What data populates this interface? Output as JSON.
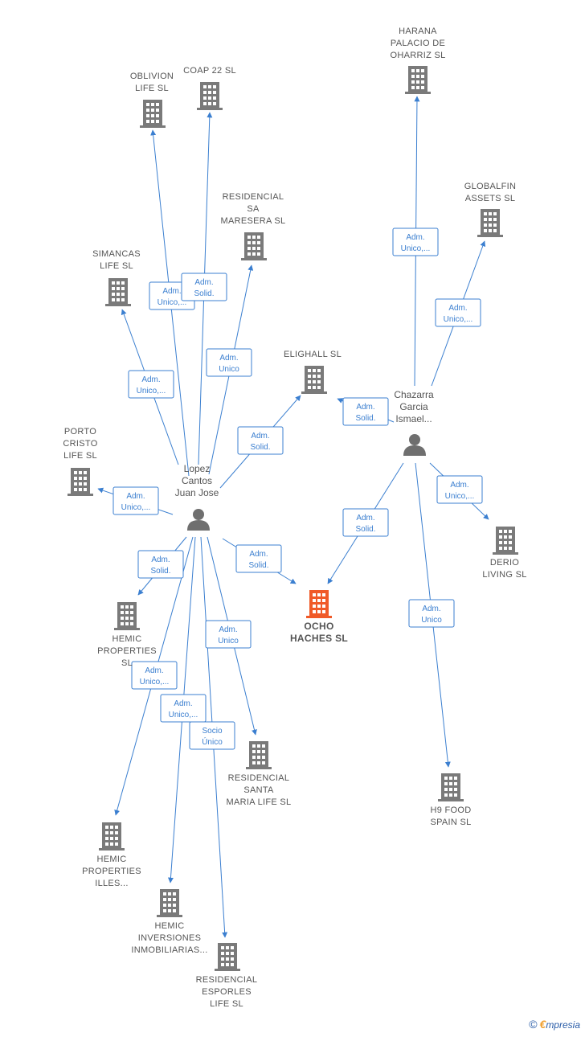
{
  "colors": {
    "edge": "#3b7fd0",
    "company": "#7a7a7a",
    "focus": "#f05a28",
    "person": "#6f6f6f"
  },
  "companies": [
    {
      "id": "oblivion",
      "lines": [
        "OBLIVION",
        "LIFE  SL"
      ],
      "icon": "building-icon"
    },
    {
      "id": "coap",
      "lines": [
        "COAP 22  SL"
      ],
      "icon": "building-icon"
    },
    {
      "id": "harana",
      "lines": [
        "HARANA",
        "PALACIO DE",
        "OHARRIZ  SL"
      ],
      "icon": "building-icon"
    },
    {
      "id": "residencial_sa",
      "lines": [
        "RESIDENCIAL",
        "SA",
        "MARESERA  SL"
      ],
      "icon": "building-icon"
    },
    {
      "id": "globalfin",
      "lines": [
        "GLOBALFIN",
        "ASSETS  SL"
      ],
      "icon": "building-icon"
    },
    {
      "id": "simancas",
      "lines": [
        "SIMANCAS",
        "LIFE  SL"
      ],
      "icon": "building-icon"
    },
    {
      "id": "elighall",
      "lines": [
        "ELIGHALL  SL"
      ],
      "icon": "building-icon"
    },
    {
      "id": "porto",
      "lines": [
        "PORTO",
        "CRISTO",
        "LIFE  SL"
      ],
      "icon": "building-icon"
    },
    {
      "id": "ocho",
      "lines": [
        "OCHO",
        "HACHES  SL"
      ],
      "icon": "building-icon",
      "focus": true
    },
    {
      "id": "derio",
      "lines": [
        "DERIO",
        "LIVING  SL"
      ],
      "icon": "building-icon"
    },
    {
      "id": "hemic_props",
      "lines": [
        "HEMIC",
        "PROPERTIES",
        "SL"
      ],
      "icon": "building-icon"
    },
    {
      "id": "residencial_santa",
      "lines": [
        "RESIDENCIAL",
        "SANTA",
        "MARIA LIFE  SL"
      ],
      "icon": "building-icon"
    },
    {
      "id": "h9",
      "lines": [
        "H9 FOOD",
        "SPAIN  SL"
      ],
      "icon": "building-icon"
    },
    {
      "id": "hemic_illes",
      "lines": [
        "HEMIC",
        "PROPERTIES",
        "ILLES..."
      ],
      "icon": "building-icon"
    },
    {
      "id": "hemic_inv",
      "lines": [
        "HEMIC",
        "INVERSIONES",
        "INMOBILIARIAS..."
      ],
      "icon": "building-icon"
    },
    {
      "id": "residencial_esporles",
      "lines": [
        "RESIDENCIAL",
        "ESPORLES",
        "LIFE  SL"
      ],
      "icon": "building-icon"
    }
  ],
  "persons": [
    {
      "id": "lopez",
      "lines": [
        "Lopez",
        "Cantos",
        "Juan Jose"
      ],
      "icon": "person-icon"
    },
    {
      "id": "chazarra",
      "lines": [
        "Chazarra",
        "Garcia",
        "Ismael..."
      ],
      "icon": "person-icon"
    }
  ],
  "edges": [
    {
      "from": "lopez",
      "to": "oblivion",
      "label": [
        "Adm.",
        "Unico,..."
      ]
    },
    {
      "from": "lopez",
      "to": "coap",
      "label": [
        "Adm.",
        "Solid."
      ]
    },
    {
      "from": "lopez",
      "to": "residencial_sa",
      "label": [
        "Adm.",
        "Unico"
      ]
    },
    {
      "from": "lopez",
      "to": "simancas",
      "label": [
        "Adm.",
        "Unico,..."
      ]
    },
    {
      "from": "lopez",
      "to": "elighall",
      "label": [
        "Adm.",
        "Solid."
      ]
    },
    {
      "from": "lopez",
      "to": "porto",
      "label": [
        "Adm.",
        "Unico,..."
      ]
    },
    {
      "from": "lopez",
      "to": "ocho",
      "label": [
        "Adm.",
        "Solid."
      ]
    },
    {
      "from": "lopez",
      "to": "hemic_props",
      "label": [
        "Adm.",
        "Solid."
      ]
    },
    {
      "from": "lopez",
      "to": "residencial_santa",
      "label": [
        "Adm.",
        "Unico"
      ]
    },
    {
      "from": "lopez",
      "to": "hemic_illes",
      "label": [
        "Adm.",
        "Unico,..."
      ]
    },
    {
      "from": "lopez",
      "to": "hemic_inv",
      "label": [
        "Adm.",
        "Unico,..."
      ]
    },
    {
      "from": "lopez",
      "to": "residencial_esporles",
      "label": [
        "Socio",
        "Único"
      ]
    },
    {
      "from": "chazarra",
      "to": "harana",
      "label": [
        "Adm.",
        "Unico,..."
      ]
    },
    {
      "from": "chazarra",
      "to": "globalfin",
      "label": [
        "Adm.",
        "Unico,..."
      ]
    },
    {
      "from": "chazarra",
      "to": "elighall",
      "label": [
        "Adm.",
        "Solid."
      ]
    },
    {
      "from": "chazarra",
      "to": "derio",
      "label": [
        "Adm.",
        "Unico,..."
      ]
    },
    {
      "from": "chazarra",
      "to": "ocho",
      "label": [
        "Adm.",
        "Solid."
      ]
    },
    {
      "from": "chazarra",
      "to": "h9",
      "label": [
        "Adm.",
        "Unico"
      ]
    }
  ],
  "footer": {
    "copyright": "©",
    "brand_e": "€",
    "brand_rest": "mpresia"
  }
}
